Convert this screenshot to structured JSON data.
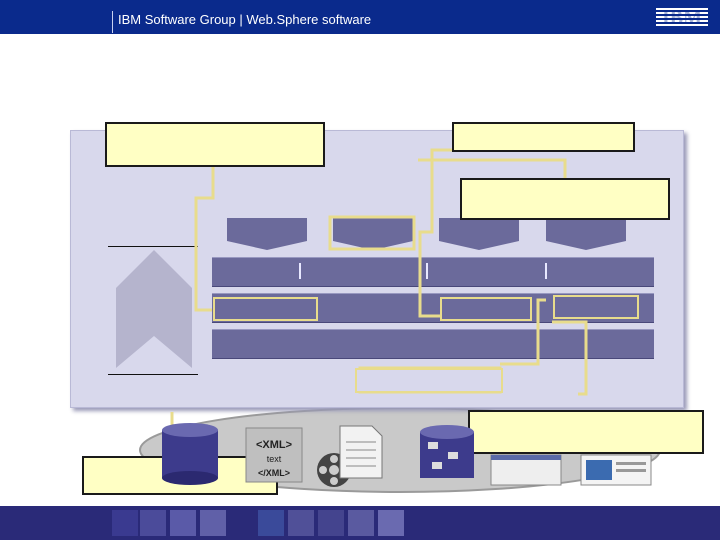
{
  "header": {
    "title": "IBM Software Group | Web.Sphere software",
    "logo_text": "IBM"
  },
  "resource_icons": {
    "xml_tag_1": "<XML>",
    "xml_tag_2": "text",
    "xml_tag_3": "</XML>"
  },
  "colors": {
    "header_bg": "#0a2a8c",
    "panel_bg": "#d8d8ec",
    "layer_bar": "#6b6a9b",
    "callout_fill": "#ffffc4",
    "connector": "#e8dc8c",
    "footer_bg": "#2a2a78"
  }
}
